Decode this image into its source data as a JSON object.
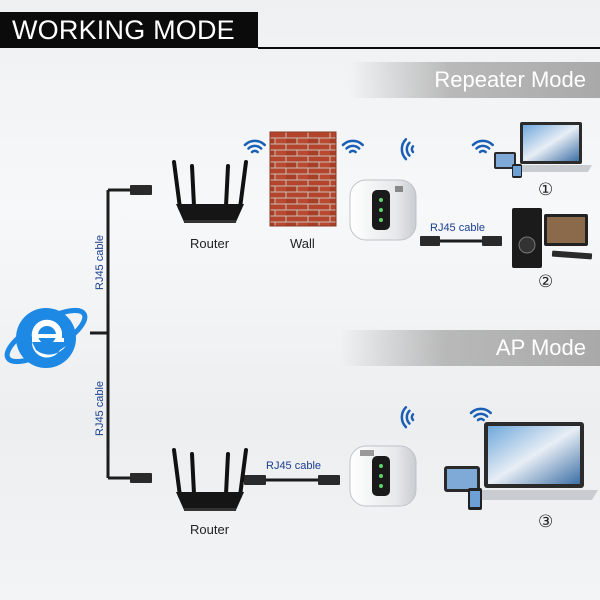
{
  "header": {
    "title": "WORKING MODE"
  },
  "modes": {
    "repeater": "Repeater Mode",
    "ap": "AP Mode"
  },
  "labels": {
    "router_top": "Router",
    "wall": "Wall",
    "router_bottom": "Router",
    "rj45_repeater_pc": "RJ45 cable",
    "rj45_router_ap": "RJ45 cable",
    "rj45_vertical_top": "RJ45 cable",
    "rj45_vertical_bottom": "RJ45 cable"
  },
  "device_numbers": {
    "laptop_top": "①",
    "desktop": "②",
    "laptop_bottom": "③"
  },
  "colors": {
    "wifi_blue": "#1a5fb4",
    "ie_blue": "#1e88e5",
    "brick": "#b5442c",
    "cable": "#222222"
  },
  "icons": [
    "internet-explorer-icon",
    "router-icon",
    "brick-wall-icon",
    "repeater-icon",
    "laptop-icon",
    "desktop-pc-icon",
    "phone-icon",
    "tablet-icon",
    "wifi-icon"
  ]
}
